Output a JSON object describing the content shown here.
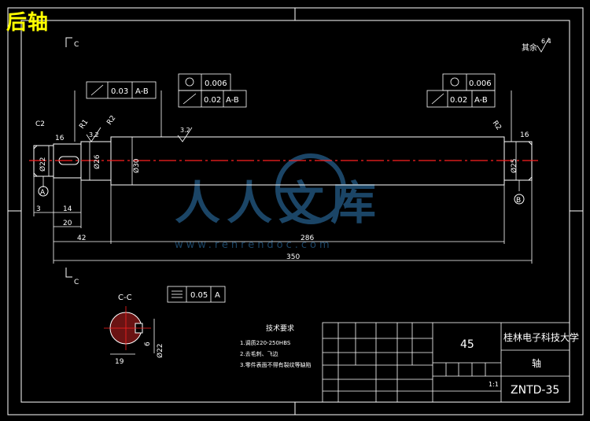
{
  "title": "后轴",
  "watermark": {
    "text": "人人文库",
    "url": "www.renrendoc.com"
  },
  "colors": {
    "background": "#000000",
    "line": "#ffffff",
    "centerline": "#ff2020",
    "title": "#ffff00",
    "watermark": "#1e4d72"
  },
  "surface_roughness_rest": "其余",
  "roughness_values": {
    "rest": "6.4",
    "main": "3.2",
    "key": "3.2"
  },
  "section": {
    "cut_mark": "C",
    "view_label": "C-C"
  },
  "datums": {
    "a": "A",
    "b": "B"
  },
  "tolerance_frames": {
    "left_runout": {
      "value": "0.03",
      "datum": "A-B"
    },
    "left_cyl": {
      "value": "0.006"
    },
    "left_runout2": {
      "value": "0.02",
      "datum": "A-B"
    },
    "right_cyl": {
      "value": "0.006"
    },
    "right_runout": {
      "value": "0.02",
      "datum": "A-B"
    },
    "key_sym": {
      "value": "0.05",
      "datum": "A"
    }
  },
  "dimensions": {
    "chamfer": "C2",
    "len_16_left": "16",
    "r1": "R1",
    "r2_left": "R2",
    "r2_right": "R2",
    "len_16_right": "16",
    "len_3": "3",
    "len_14": "14",
    "len_20": "20",
    "len_42": "42",
    "len_286": "286",
    "len_350": "350",
    "dia_end_left": "Ø22",
    "dia_26": "Ø26",
    "dia_main": "Ø30",
    "dia_end_right": "Ø25",
    "key_width": "6",
    "key_depth": "19",
    "key_dia": "Ø22"
  },
  "tech_requirements": {
    "heading": "技术要求",
    "items": [
      "1.调质220-250HBS",
      "2.去毛刺、飞边",
      "3.零件表面不得有裂纹等缺陷"
    ]
  },
  "title_block": {
    "material": "45",
    "company": "桂林电子科技大学",
    "part_name": "轴",
    "drawing_no": "ZNTD-35",
    "scale": "1:1"
  }
}
